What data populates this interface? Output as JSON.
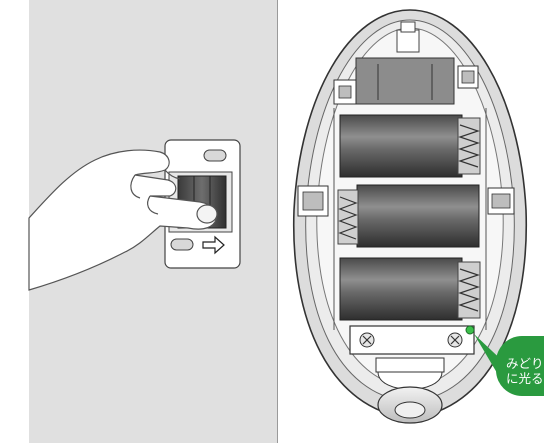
{
  "callout": {
    "line1": "みどり",
    "line2": "に光る"
  },
  "icons": {
    "arrow": "right-arrow-icon",
    "screws": "phillips-screw-icon",
    "led": "green-led-indicator"
  },
  "colors": {
    "panel_bg": "#e0e0e0",
    "battery_dark": "#3a3a3a",
    "battery_light": "#9a9a9a",
    "callout_green": "#2a9a3f",
    "led_green": "#3bbf4a"
  }
}
